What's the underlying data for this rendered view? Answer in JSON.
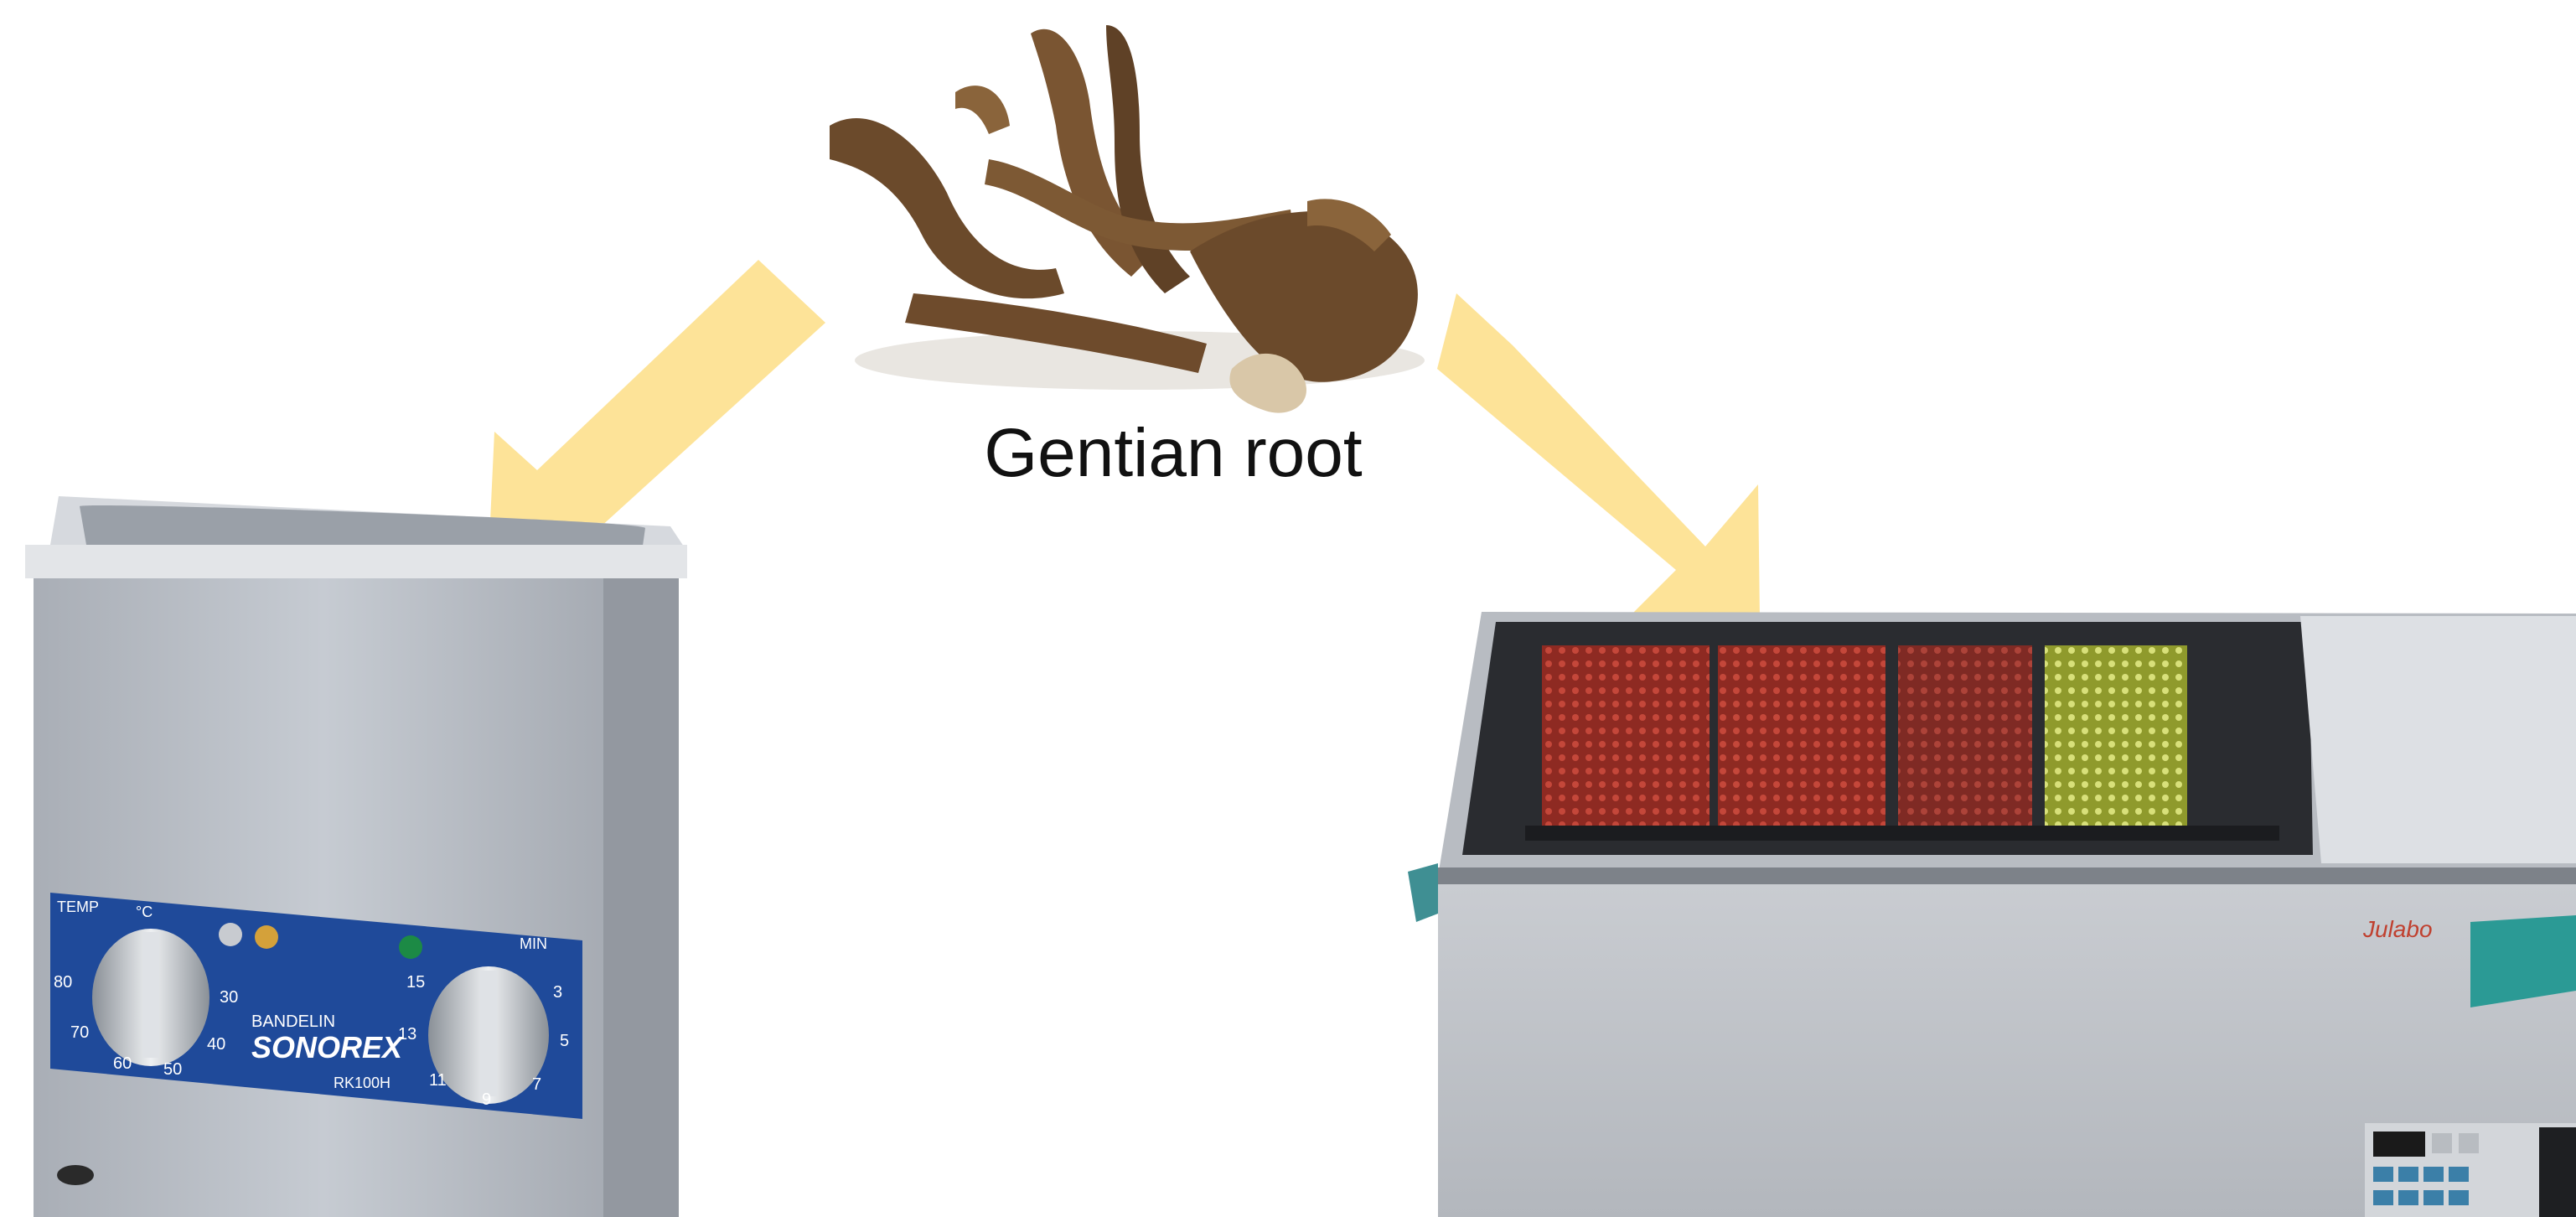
{
  "root": {
    "label": "Gentian root"
  },
  "colors": {
    "arrow": "#fde398",
    "panel_blue": "#1f4a9a",
    "steel": "#b9bec6",
    "root_brown": "#6b4a2b"
  },
  "sonicator": {
    "brand_small": "BANDELIN",
    "brand": "SONOREX",
    "model": "RK100H",
    "temp_label": "TEMP",
    "temp_unit": "°C",
    "time_label": "MIN",
    "temp_scale": [
      "80",
      "70",
      "60",
      "50",
      "40",
      "30"
    ],
    "time_scale": [
      "15",
      "13",
      "11",
      "9",
      "7",
      "5",
      "3"
    ]
  },
  "water_bath": {
    "brand": "Julabo"
  },
  "icons": {
    "root": "gentian-root-icon",
    "left_arrow": "arrow-down-left-icon",
    "right_arrow": "arrow-down-right-icon",
    "sonicator": "ultrasonic-bath-icon",
    "water_bath": "shaking-water-bath-icon"
  }
}
